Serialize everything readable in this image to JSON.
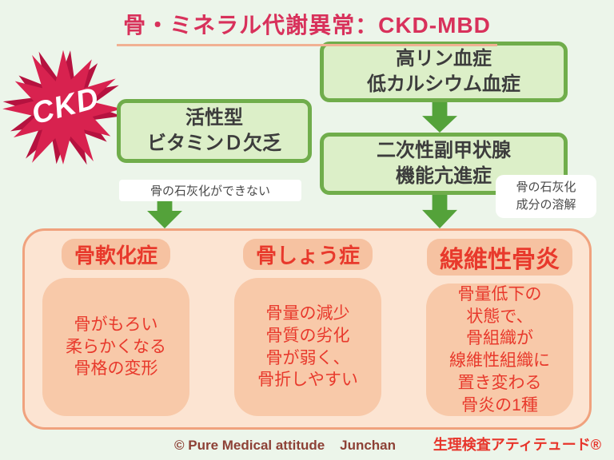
{
  "title": "骨・ミネラル代謝異常：CKD-MBD",
  "badge": "CKD",
  "flow": {
    "hyperphosphatemia": "高リン血症\n低カルシウム血症",
    "vitamin_d_deficiency": "活性型\nビタミンＤ欠乏",
    "secondary_hyperparathyroidism": "二次性副甲状腺\n機能亢進症",
    "note_impaired_mineralization": "骨の石灰化ができない",
    "note_mineral_dissolution": "骨の石灰化\n成分の溶解"
  },
  "outcomes": [
    {
      "title": "骨軟化症",
      "body": "骨がもろい\n柔らかくなる\n骨格の変形"
    },
    {
      "title": "骨しょう症",
      "body": "骨量の減少\n骨質の劣化\n骨が弱く、\n骨折しやすい"
    },
    {
      "title": "線維性骨炎",
      "body": "骨量低下の\n状態で、\n骨組織が\n線維性組織に\n置き変わる\n骨炎の1種"
    }
  ],
  "footer": {
    "copyright": "© Pure Medical attitude    Junchan",
    "brand": "生理検査アティテュード®"
  },
  "colors": {
    "background": "#ecf5ea",
    "title_red": "#d8315b",
    "underline": "#f1b193",
    "box_fill": "#dcefc8",
    "box_border": "#70ad4b",
    "arrow_green": "#54a23a",
    "burst_red": "#d8224f",
    "burst_shadow": "#b5123f",
    "panel_fill": "#fce4d2",
    "panel_border": "#f0a27e",
    "pill_fill": "#f8c9a9",
    "accent_red": "#e8392c",
    "copyright_brown": "#8d4136"
  }
}
